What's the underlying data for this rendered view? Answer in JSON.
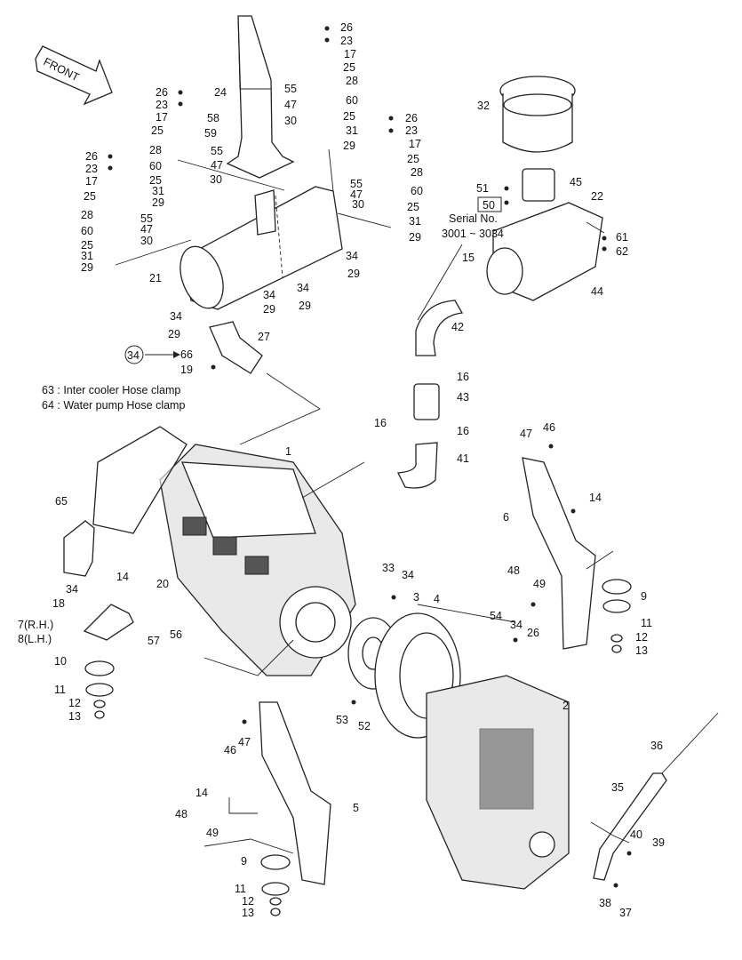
{
  "direction_label": "FRONT",
  "notes": [
    "63 : Inter cooler Hose clamp",
    "64 : Water pump Hose clamp"
  ],
  "serial_box": {
    "label": "50",
    "line1": "Serial No.",
    "line2": "3001 ~ 3034"
  },
  "circled_callout": "34",
  "part_labels": [
    "26",
    "23",
    "17",
    "25",
    "28",
    "55",
    "47",
    "60",
    "25",
    "30",
    "31",
    "29",
    "24",
    "58",
    "59",
    "26",
    "23",
    "17",
    "25",
    "28",
    "60",
    "25",
    "55",
    "47",
    "30",
    "31",
    "29",
    "26",
    "23",
    "17",
    "25",
    "28",
    "55",
    "47",
    "60",
    "25",
    "30",
    "31",
    "29",
    "26",
    "23",
    "17",
    "25",
    "28",
    "60",
    "25",
    "55",
    "47",
    "30",
    "31",
    "29",
    "32",
    "51",
    "45",
    "22",
    "61",
    "62",
    "15",
    "44",
    "21",
    "34",
    "29",
    "34",
    "29",
    "34",
    "29",
    "34",
    "29",
    "27",
    "66",
    "19",
    "42",
    "16",
    "43",
    "16",
    "41",
    "16",
    "1",
    "65",
    "47",
    "46",
    "14",
    "6",
    "48",
    "49",
    "9",
    "11",
    "12",
    "13",
    "18",
    "34",
    "14",
    "20",
    "7(R.H.)",
    "8(L.H.)",
    "57",
    "56",
    "10",
    "11",
    "12",
    "13",
    "33",
    "34",
    "3",
    "4",
    "54",
    "34",
    "26",
    "53",
    "52",
    "2",
    "47",
    "46",
    "14",
    "5",
    "48",
    "49",
    "9",
    "11",
    "12",
    "13",
    "36",
    "35",
    "40",
    "39",
    "38",
    "37"
  ],
  "colors": {
    "line": "#222222",
    "fill": "#ffffff",
    "shade": "#e9e9e9"
  }
}
